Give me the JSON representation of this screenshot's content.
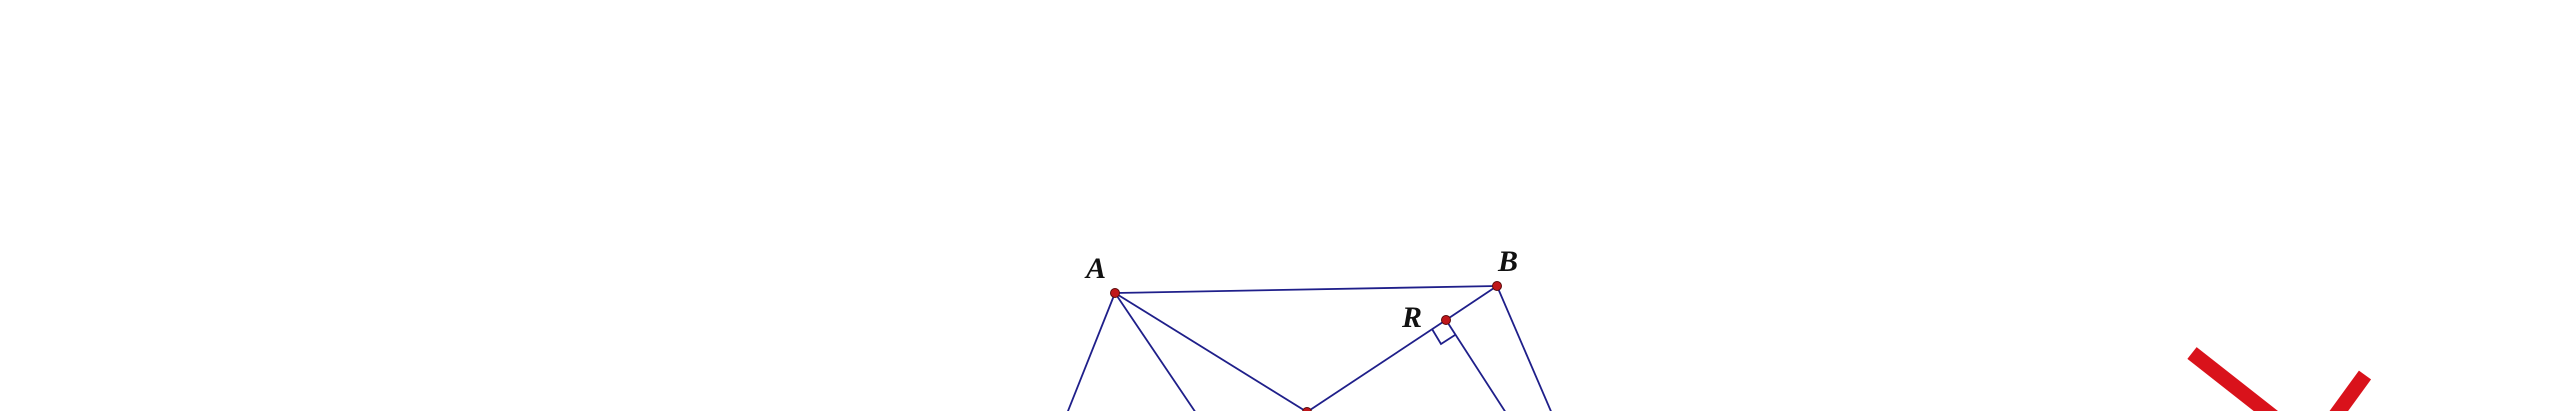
{
  "figure": {
    "points": {
      "A": {
        "label": "A"
      },
      "B": {
        "label": "B"
      },
      "R": {
        "label": "R"
      }
    },
    "line_color": "#1f1f8a",
    "point_color": "#c0161a",
    "mark_color": "#d9121b",
    "right_angle_at": "R",
    "marks": [
      "x-mark"
    ]
  }
}
